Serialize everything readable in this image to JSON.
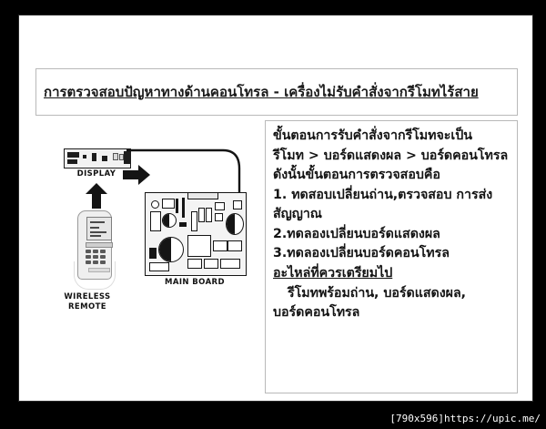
{
  "slide": {
    "title": "การตรวจสอบปัญหาทางด้านคอนโทรล - เครื่องไม่รับคำสั่งจากรีโมทไร้สาย",
    "body_lines": [
      "ขั้นตอนการรับคำสั่งจากรีโมทจะเป็น",
      "รีโมท > บอร์ดแสดงผล > บอร์ดคอนโทรล",
      "ดังนั้นขั้นตอนการตรวจสอบคือ",
      "1. ทดสอบเปลี่ยนถ่าน,ตรวจสอบ การส่ง",
      "สัญญาณ",
      "2.ทดลองเปลี่ยนบอร์ดแสดงผล",
      "3.ทดลองเปลี่ยนบอร์ดคอนโทรล",
      "อะไหล่ที่ควรเตรียมไป",
      "รีโมทพร้อมถ่าน, บอร์ดแสดงผล,",
      "บอร์ดคอนโทรล"
    ]
  },
  "diagram": {
    "display_label": "DISPLAY",
    "remote_label_line1": "WIRELESS",
    "remote_label_line2": "REMOTE",
    "mainboard_label": "MAIN BOARD"
  },
  "footer": {
    "text": "[790x596]https://upic.me/"
  },
  "colors": {
    "page_background": "#ffffff",
    "matte": "#000000",
    "text": "#141414",
    "box_border": "#b9b9b9"
  }
}
